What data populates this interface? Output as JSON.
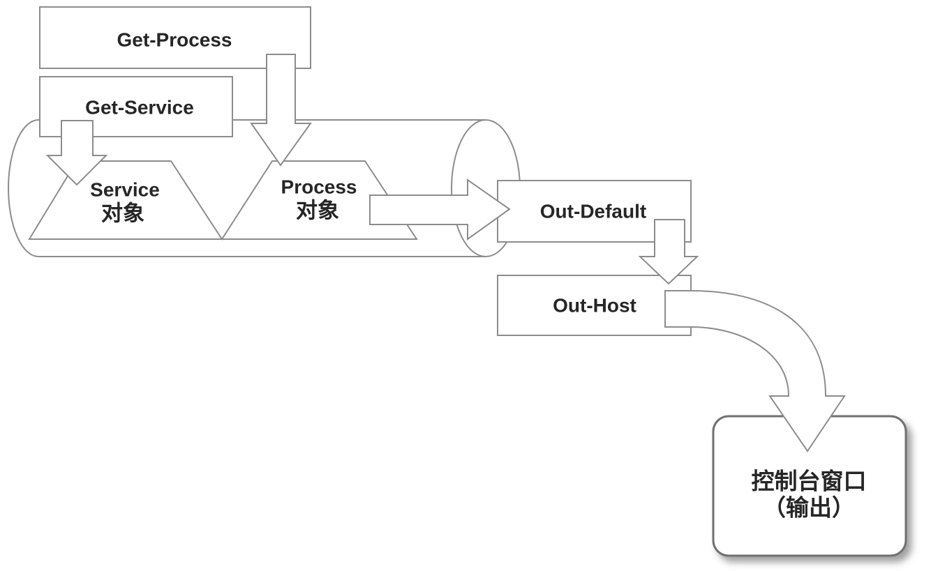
{
  "diagram": {
    "background": "#ffffff",
    "colors": {
      "line": "#8c8c8c",
      "text": "#262626",
      "console_border": "#6f6f6f",
      "shadow": "#989898"
    },
    "nodes": {
      "get_process": {
        "label": "Get-Process"
      },
      "get_service": {
        "label": "Get-Service"
      },
      "service_object": {
        "line1": "Service",
        "line2": "对象"
      },
      "process_object": {
        "line1": "Process",
        "line2": "对象"
      },
      "out_default": {
        "label": "Out-Default"
      },
      "out_host": {
        "label": "Out-Host"
      },
      "console_window": {
        "line1": "控制台窗口",
        "line2": "（输出）"
      }
    },
    "edges": [
      {
        "from": "get_process",
        "to": "pipeline"
      },
      {
        "from": "get_service",
        "to": "pipeline"
      },
      {
        "from": "pipeline",
        "to": "out_default"
      },
      {
        "from": "out_default",
        "to": "out_host"
      },
      {
        "from": "out_host",
        "to": "console_window"
      }
    ]
  }
}
